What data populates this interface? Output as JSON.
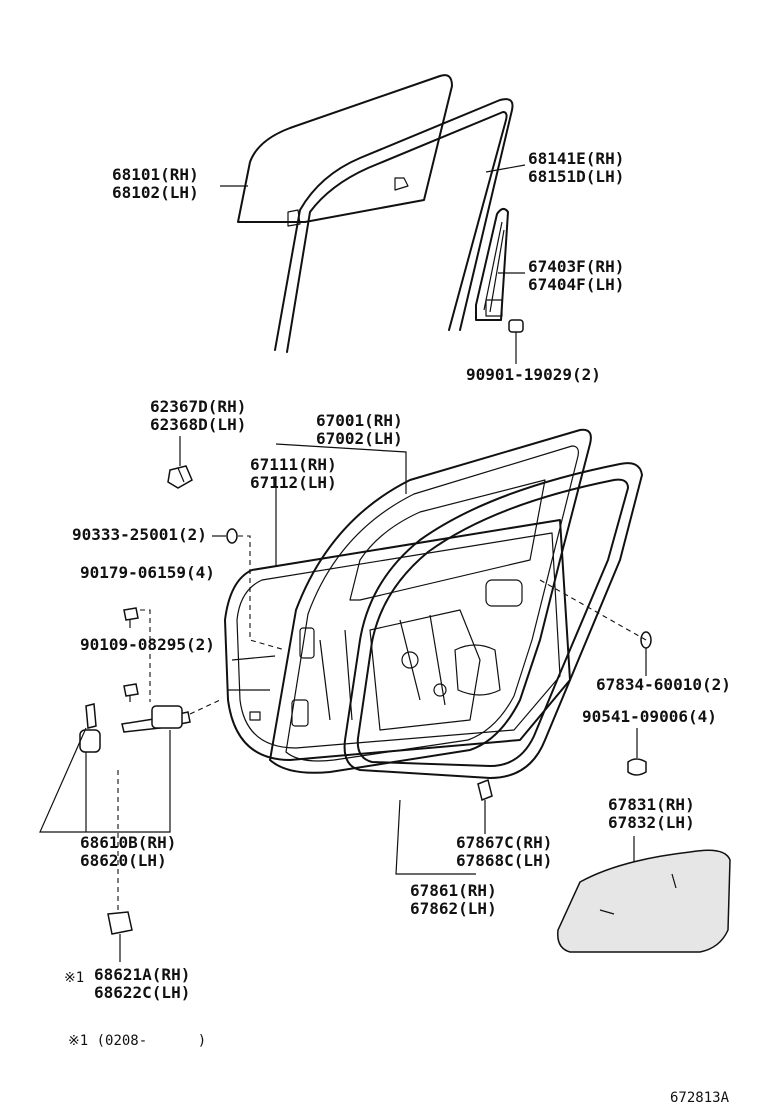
{
  "labels": {
    "glass_rh": "68101(RH)",
    "glass_lh": "68102(LH)",
    "run_rh": "68141E(RH)",
    "run_lh": "68151D(LH)",
    "sash_rh": "67403F(RH)",
    "sash_lh": "67404F(LH)",
    "bolt_sash": "90901-19029(2)",
    "clip_rh": "62367D(RH)",
    "clip_lh": "62368D(LH)",
    "door_rh": "67001(RH)",
    "door_lh": "67002(LH)",
    "panel_rh": "67111(RH)",
    "panel_lh": "67112(LH)",
    "plug_a": "90333-25001(2)",
    "bolt_b": "90179-06159(4)",
    "bolt_c": "90109-08295(2)",
    "hole_plug": "67834-60010(2)",
    "plug_b": "90541-09006(4)",
    "check_rh": "68610B(RH)",
    "check_lh": "68620(LH)",
    "clip_d_rh": "67867C(RH)",
    "clip_d_lh": "67868C(LH)",
    "cover_rh": "67831(RH)",
    "cover_lh": "67832(LH)",
    "weather_rh": "67861(RH)",
    "weather_lh": "67862(LH)",
    "cover_b_rh": "68621A(RH)",
    "cover_b_lh": "68622C(LH)",
    "note_mark": "※1",
    "note_text": "※1 (0208-      )",
    "diagram_id": "672813A"
  }
}
